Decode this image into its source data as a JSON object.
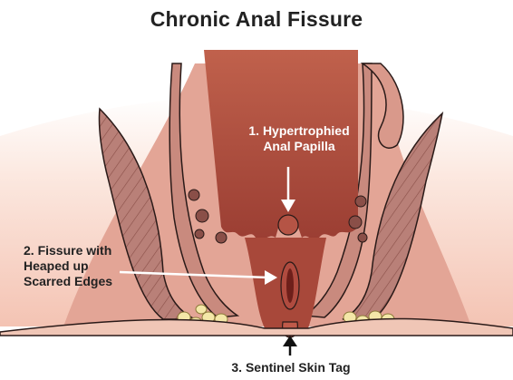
{
  "title": "Chronic Anal Fissure",
  "labels": {
    "papilla": {
      "line1": "1. Hypertrophied",
      "line2": "Anal Papilla"
    },
    "fissure": {
      "line1": "2. Fissure with",
      "line2": "Heaped up",
      "line3": "Scarred Edges"
    },
    "skin_tag": {
      "text": "3. Sentinel Skin Tag"
    }
  },
  "colors": {
    "lumen": "#a8483a",
    "wall": "#c98a7e",
    "muscle": "#b07268",
    "skin": "#f0c6b6",
    "fat": "#f4e7a8",
    "outline": "#2a1a18"
  }
}
